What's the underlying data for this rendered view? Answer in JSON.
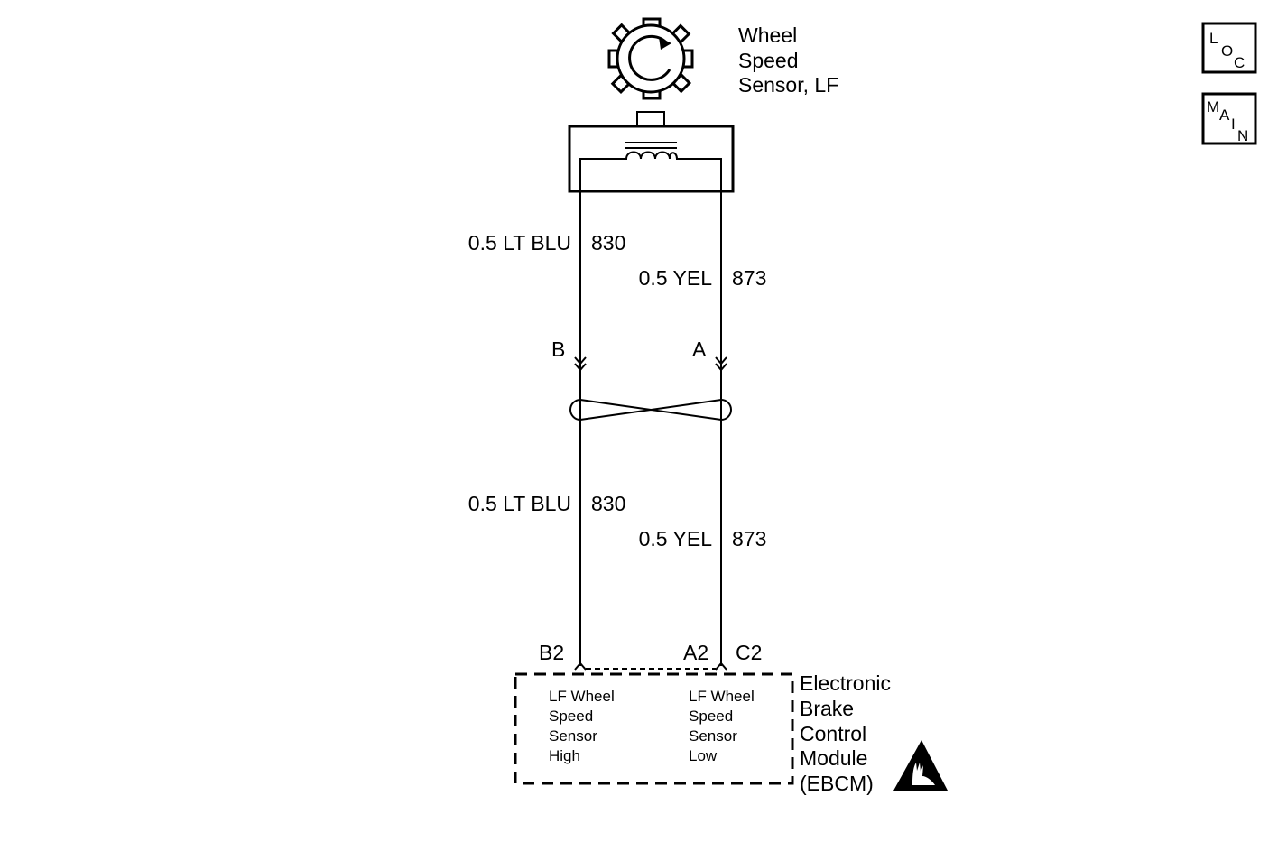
{
  "sensor": {
    "title_lines": [
      "Wheel",
      "Speed",
      "Sensor, LF"
    ]
  },
  "wires": {
    "upper_left": {
      "label": "0.5 LT BLU",
      "circuit": "830"
    },
    "upper_right": {
      "label": "0.5 YEL",
      "circuit": "873"
    },
    "lower_left": {
      "label": "0.5 LT BLU",
      "circuit": "830"
    },
    "lower_right": {
      "label": "0.5 YEL",
      "circuit": "873"
    }
  },
  "connector": {
    "pin_left": "B",
    "pin_right": "A"
  },
  "module": {
    "pin_left": "B2",
    "pin_right": "A2",
    "connector": "C2",
    "name_lines": [
      "Electronic",
      "Brake",
      "Control",
      "Module",
      "(EBCM)"
    ],
    "left_function_lines": [
      "LF Wheel",
      "Speed",
      "Sensor",
      "High"
    ],
    "right_function_lines": [
      "LF Wheel",
      "Speed",
      "Sensor",
      "Low"
    ]
  },
  "nav": {
    "loc": [
      "L",
      "O",
      "C"
    ],
    "main": [
      "M",
      "A",
      "I",
      "N"
    ]
  }
}
